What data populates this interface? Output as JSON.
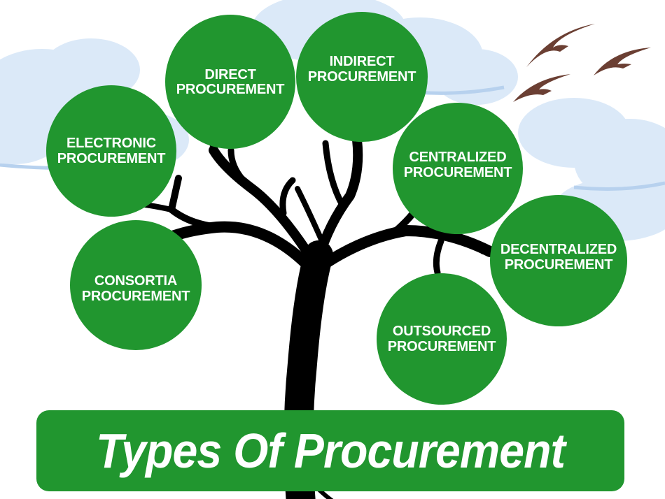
{
  "title": "Types Of Procurement",
  "colors": {
    "circle_fill": "#21962f",
    "text": "#ffffff",
    "tree": "#000000",
    "cloud": "#dbe9f8",
    "cloud_shadow": "#b7d1ee",
    "birds": "#6b3f33"
  },
  "types": [
    {
      "line1": "DIRECT",
      "line2": "PROCUREMENT"
    },
    {
      "line1": "INDIRECT",
      "line2": "PROCUREMENT"
    },
    {
      "line1": "ELECTRONIC",
      "line2": "PROCUREMENT"
    },
    {
      "line1": "CENTRALIZED",
      "line2": "PROCUREMENT"
    },
    {
      "line1": "DECENTRALIZED",
      "line2": "PROCUREMENT"
    },
    {
      "line1": "CONSORTIA",
      "line2": "PROCUREMENT"
    },
    {
      "line1": "OUTSOURCED",
      "line2": "PROCUREMENT"
    }
  ],
  "decorations": {
    "birds_count": 3,
    "background": "clouds",
    "center": "tree-icon"
  }
}
